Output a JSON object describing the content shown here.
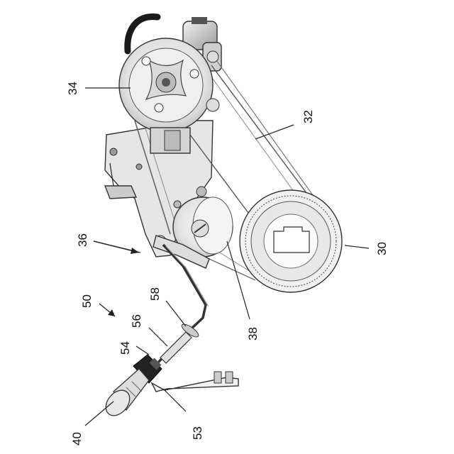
{
  "labels": {
    "l30": "30",
    "l32": "32",
    "l34": "34",
    "l36": "36",
    "l38": "38",
    "l40": "40",
    "l50": "50",
    "l53": "53",
    "l54": "54",
    "l56": "56",
    "l58": "58"
  }
}
